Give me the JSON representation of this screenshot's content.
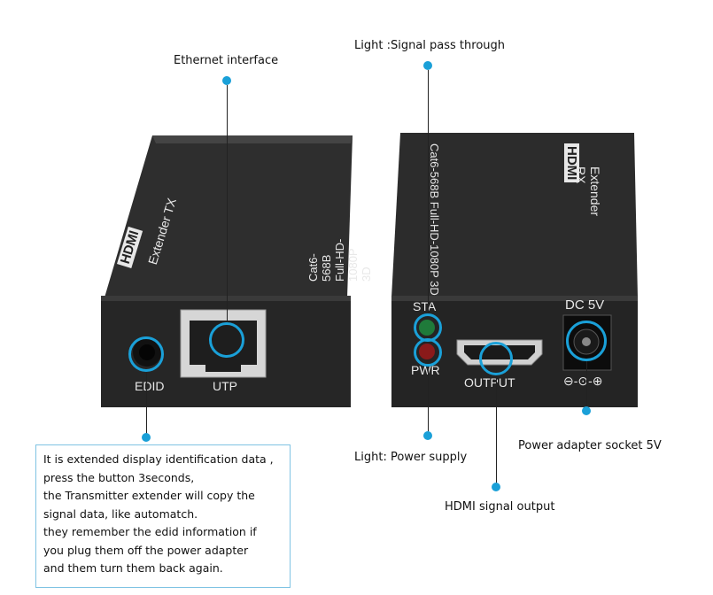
{
  "annotations": {
    "ethernet": "Ethernet interface",
    "signal_light": "Light :Signal pass through",
    "power_light": "Light: Power supply",
    "power_socket": "Power adapter socket 5V",
    "hdmi_output": "HDMI signal output"
  },
  "tx_device": {
    "brand": "HDMI",
    "model": "Extender  TX",
    "spec": "Cat6-568B  Full-HD-1080P 3D",
    "port_edid": "EDID",
    "port_utp": "UTP"
  },
  "rx_device": {
    "brand": "HDMI",
    "model": "Extender  RX",
    "spec": "Cat6-568B  Full-HD-1080P 3D",
    "led_sta": "STA",
    "led_pwr": "PWR",
    "port_output": "OUTPUT",
    "port_dc": "DC 5V",
    "polarity": "⊖-⊙-⊕"
  },
  "info_box": {
    "lines": [
      "It is extended display identification data ,",
      "press the button 3seconds,",
      "the Transmitter extender will copy the",
      "signal data, like automatch.",
      "they remember the edid information if",
      "you plug them off the power adapter",
      "and them turn them back again."
    ]
  },
  "colors": {
    "accent": "#1aa0d8",
    "device_body": "#2b2b2b",
    "led_green": "#1f7a3a",
    "led_red": "#8a1a1a"
  }
}
